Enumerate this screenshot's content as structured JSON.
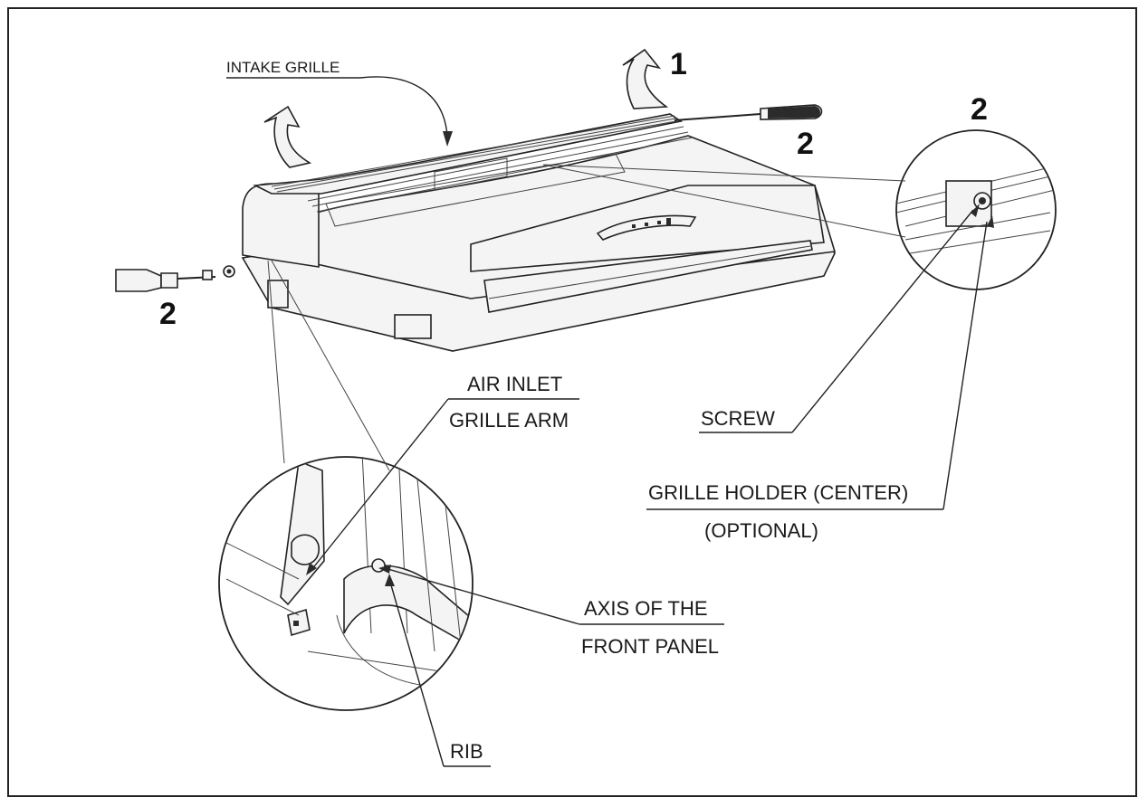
{
  "labels": {
    "intake_grille": "INTAKE GRILLE",
    "air_inlet": "AIR INLET",
    "grille_arm": "GRILLE ARM",
    "screw": "SCREW",
    "grille_holder": "GRILLE HOLDER (CENTER)",
    "optional": "(OPTIONAL)",
    "axis_line1": "AXIS OF THE",
    "axis_line2": "FRONT PANEL",
    "rib": "RIB"
  },
  "steps": {
    "step_1": "1",
    "step_2_top": "2",
    "step_2_right": "2",
    "step_2_left": "2"
  }
}
